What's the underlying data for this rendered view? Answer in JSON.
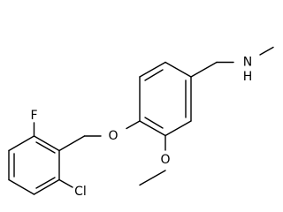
{
  "diagram": {
    "type": "structural-formula",
    "atoms": {
      "fluorine": "F",
      "chlorine": "Cl",
      "ether_oxygen": "O",
      "methoxy_oxygen": "O",
      "amine_nitrogen": "N",
      "amine_hydrogen": "H"
    },
    "colors": {
      "bond": "#000000",
      "label": "#000000",
      "background": "#ffffff"
    }
  }
}
